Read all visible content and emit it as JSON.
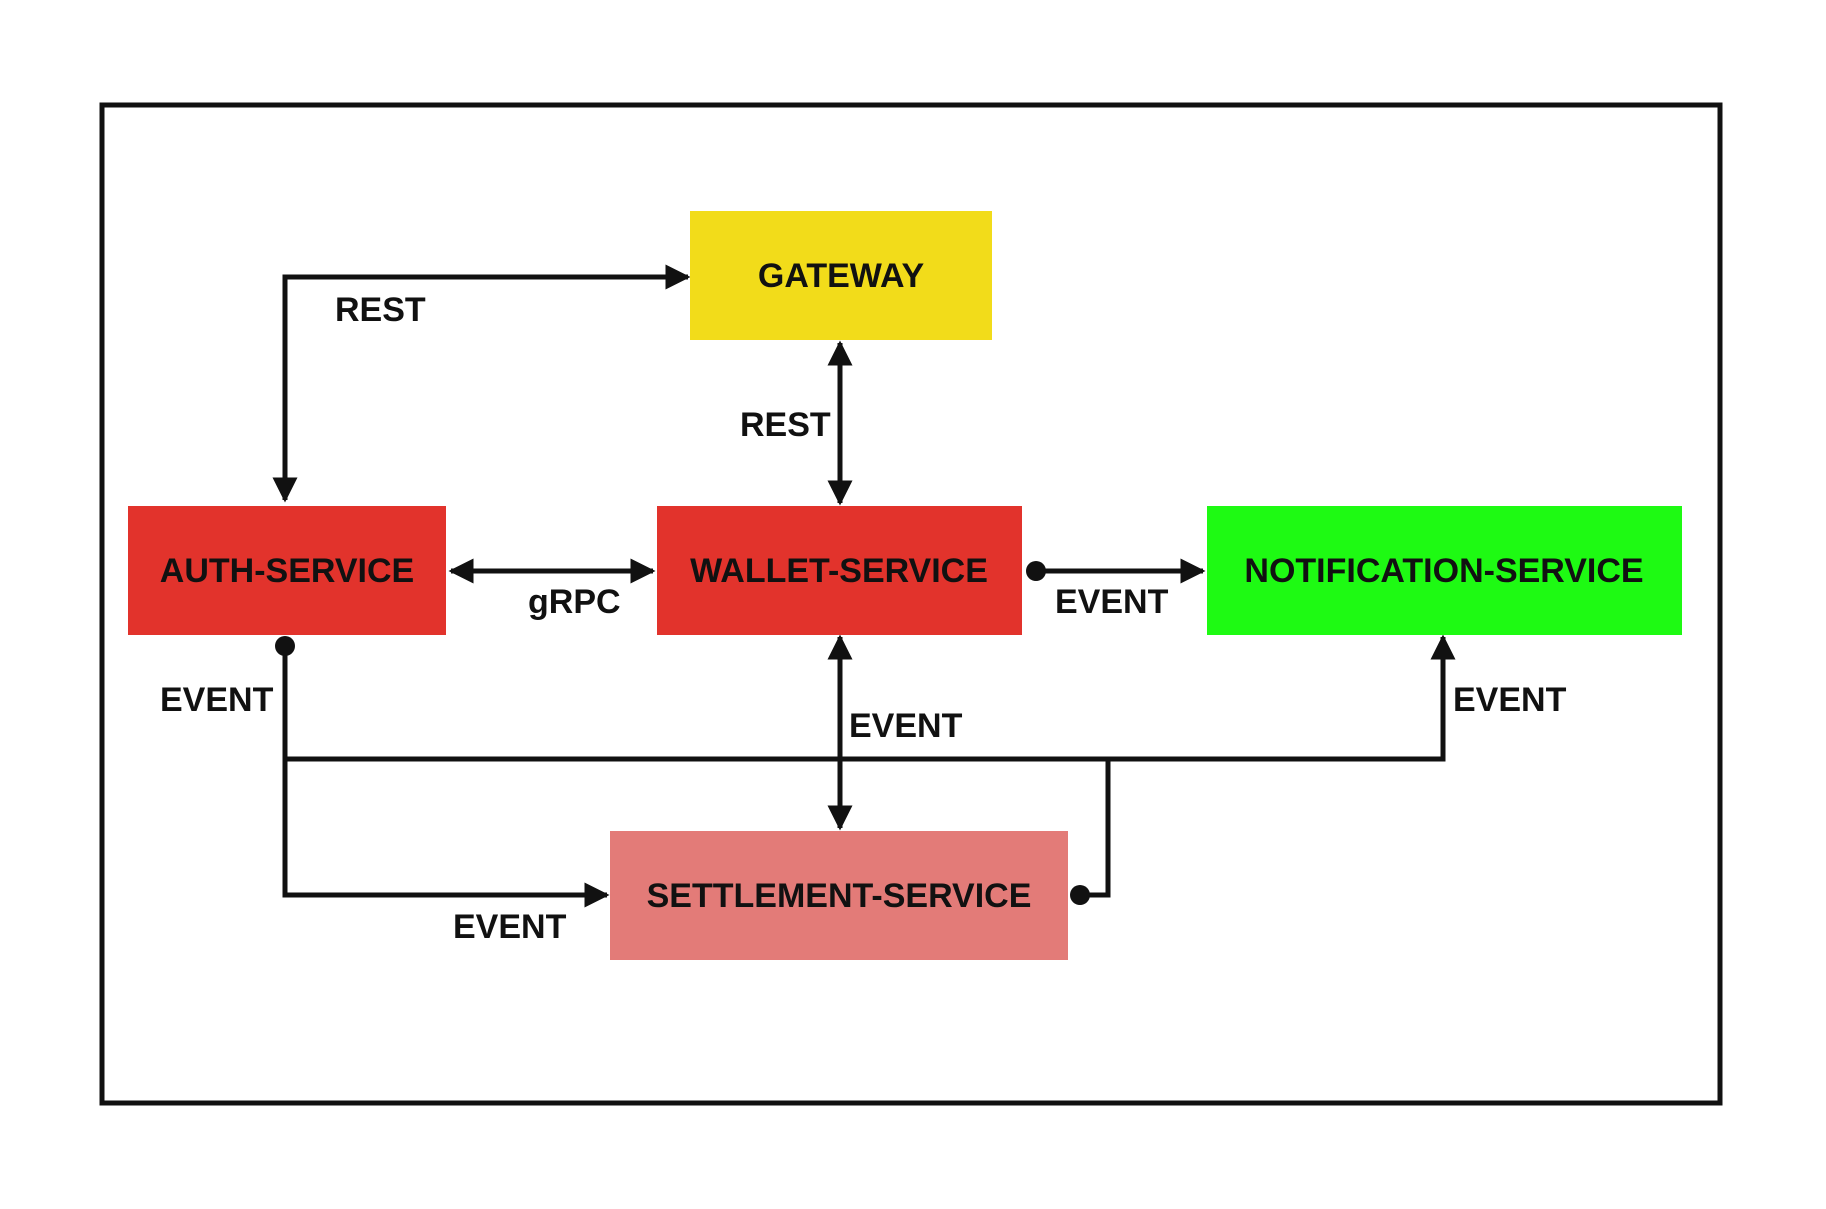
{
  "nodes": {
    "gateway": {
      "label": "GATEWAY",
      "color": "#F2DC1A"
    },
    "auth": {
      "label": "AUTH-SERVICE",
      "color": "#E2332C"
    },
    "wallet": {
      "label": "WALLET-SERVICE",
      "color": "#E2332C"
    },
    "notification": {
      "label": "NOTIFICATION-SERVICE",
      "color": "#1EFA13"
    },
    "settlement": {
      "label": "SETTLEMENT-SERVICE",
      "color": "#E37B78"
    }
  },
  "edges": {
    "auth_gateway": {
      "label": "REST"
    },
    "gateway_wallet": {
      "label": "REST"
    },
    "auth_wallet": {
      "label": "gRPC"
    },
    "wallet_notification": {
      "label": "EVENT"
    },
    "auth_bus": {
      "label": "EVENT"
    },
    "wallet_settlement": {
      "label": "EVENT"
    },
    "bus_notification": {
      "label": "EVENT"
    },
    "auth_settlement": {
      "label": "EVENT"
    }
  }
}
